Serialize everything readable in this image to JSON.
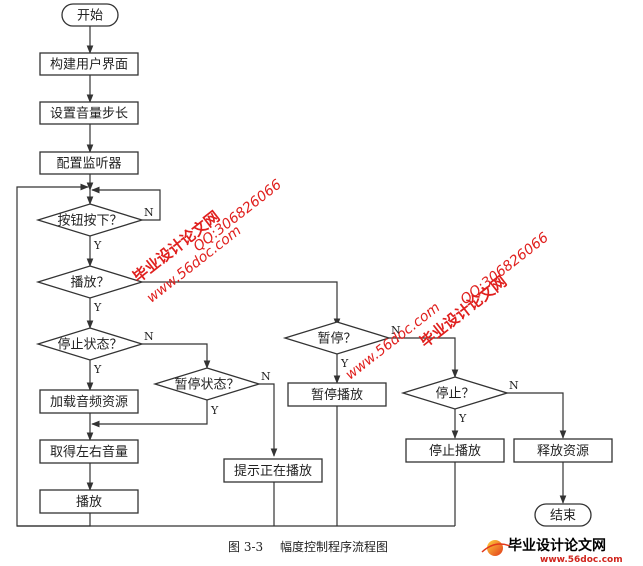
{
  "flowchart": {
    "start": "开始",
    "build_ui": "构建用户界面",
    "set_volume_step": "设置音量步长",
    "config_listener": "配置监听器",
    "button_pressed": "按钮按下？",
    "play_q": "播放？",
    "stop_state_q": "停止状态？",
    "load_audio": "加载音频资源",
    "get_lr_volume": "取得左右音量",
    "play": "播放",
    "pause_state_q": "暂停状态？",
    "hint_playing": "提示正在播放",
    "pause_q": "暂停？",
    "pause_play": "暂停播放",
    "stop_q": "停止？",
    "stop_play": "停止播放",
    "release_res": "释放资源",
    "end": "结束",
    "yes": "Y",
    "no": "N"
  },
  "caption": {
    "figure_no": "图 3-3",
    "title": "幅度控制程序流程图"
  },
  "watermark": {
    "site_cn": "毕业设计论文网",
    "site_url": "www.56doc.com",
    "qq": "QQ:306826066"
  },
  "logo": {
    "title": "毕业设计论文网",
    "url": "www.56doc.com"
  }
}
